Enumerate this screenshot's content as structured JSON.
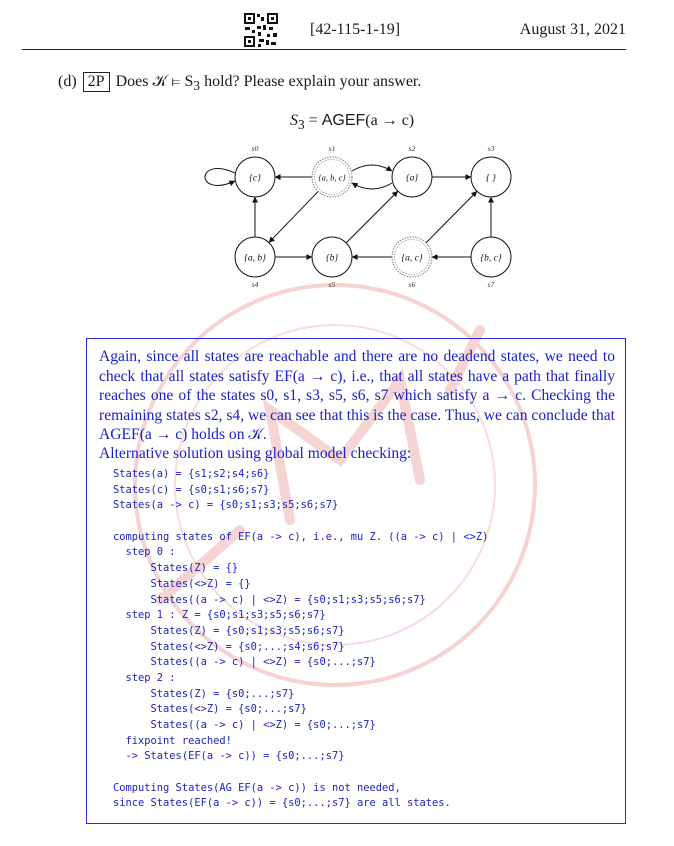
{
  "header": {
    "exam_id": "[42-115-1-19]",
    "date": "August 31, 2021"
  },
  "question": {
    "label": "(d)",
    "points": "2P",
    "text_before": "Does 𝒦 ⊨ S",
    "subscript": "3",
    "text_after": " hold? Please explain your answer."
  },
  "formula": {
    "lhs": "S",
    "lhs_sub": "3",
    "eq": " = ",
    "op": "AGEF",
    "arg": "(a → c)"
  },
  "graph": {
    "states": [
      {
        "id": "s0",
        "label": "{c}"
      },
      {
        "id": "s1",
        "label": "{a, b, c}"
      },
      {
        "id": "s2",
        "label": "{a}"
      },
      {
        "id": "s3",
        "label": "{ }"
      },
      {
        "id": "s4",
        "label": "{a, b}"
      },
      {
        "id": "s5",
        "label": "{b}"
      },
      {
        "id": "s6",
        "label": "{a, c}"
      },
      {
        "id": "s7",
        "label": "{b, c}"
      }
    ],
    "name_labels": {
      "s0": "s0",
      "s1": "s1",
      "s2": "s2",
      "s3": "s3",
      "s4": "s4",
      "s5": "s5",
      "s6": "s6",
      "s7": "s7"
    },
    "label_text": {
      "s0": "{c}",
      "s1": "{a, b, c}",
      "s2": "{a}",
      "s3": "{ }",
      "s4": "{a, b}",
      "s5": "{b}",
      "s6": "{a, c}",
      "s7": "{b, c}"
    },
    "initial_states": [
      "s1",
      "s6"
    ],
    "transitions": [
      [
        "s0",
        "s0"
      ],
      [
        "s1",
        "s0"
      ],
      [
        "s1",
        "s2"
      ],
      [
        "s2",
        "s1"
      ],
      [
        "s2",
        "s3"
      ],
      [
        "s4",
        "s0"
      ],
      [
        "s1",
        "s4"
      ],
      [
        "s4",
        "s5"
      ],
      [
        "s5",
        "s2"
      ],
      [
        "s6",
        "s5"
      ],
      [
        "s7",
        "s6"
      ],
      [
        "s6",
        "s3"
      ],
      [
        "s7",
        "s3"
      ]
    ]
  },
  "answer": {
    "paragraph": "Again, since all states are reachable and there are no deadend states, we need to check that all states satisfy EF(a → c), i.e., that all states have a path that finally reaches one of the states s0, s1, s3, s5, s6, s7 which satisfy a → c. Checking the remaining states s2, s4, we can see that this is the case. Thus, we can conclude that AGEF(a → c) holds on 𝒦.",
    "alternative": "Alternative solution using global model checking:",
    "code_lines": [
      "States(a) = {s1;s2;s4;s6}",
      "States(c) = {s0;s1;s6;s7}",
      "States(a -> c) = {s0;s1;s3;s5;s6;s7}",
      "",
      "computing states of EF(a -> c), i.e., mu Z. ((a -> c) | <>Z)",
      "  step 0 :",
      "      States(Z) = {}",
      "      States(<>Z) = {}",
      "      States((a -> c) | <>Z) = {s0;s1;s3;s5;s6;s7}",
      "  step 1 : Z = {s0;s1;s3;s5;s6;s7}",
      "      States(Z) = {s0;s1;s3;s5;s6;s7}",
      "      States(<>Z) = {s0;...;s4;s6;s7}",
      "      States((a -> c) | <>Z) = {s0;...;s7}",
      "  step 2 :",
      "      States(Z) = {s0;...;s7}",
      "      States(<>Z) = {s0;...;s7}",
      "      States((a -> c) | <>Z) = {s0;...;s7}",
      "  fixpoint reached!",
      "  -> States(EF(a -> c)) = {s0;...;s7}",
      "",
      "Computing States(AG EF(a -> c)) is not needed,",
      "since States(EF(a -> c)) = {s0;...;s7} are all states."
    ]
  },
  "colors": {
    "answer_blue": "#1a22c4",
    "watermark_red": "#f4c6c6"
  }
}
